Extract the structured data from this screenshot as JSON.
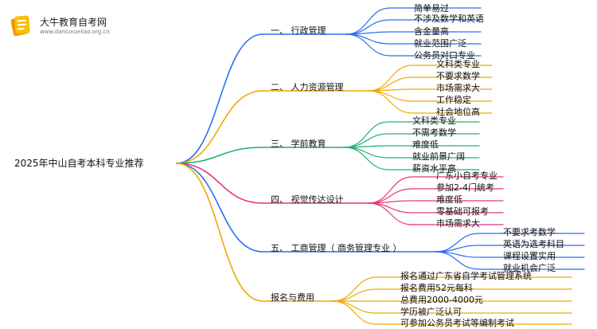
{
  "logo": {
    "title": "大牛教育自考网",
    "url": "www.daniuxueliao.org.cn"
  },
  "root": "2025年中山自考本科专业推荐",
  "colors": {
    "b1": "#2b6ef0",
    "b2": "#f0a800",
    "b3": "#20b070",
    "b4": "#e8357a",
    "b5": "#2b6ef0",
    "b6": "#f0a800"
  },
  "branches": [
    {
      "label": "一、 行政管理",
      "items": [
        "简单易过",
        "不涉及数学和英语",
        "含金量高",
        "就业范围广泛",
        "公务员对口专业"
      ]
    },
    {
      "label": "二、 人力资源管理",
      "items": [
        "文科类专业",
        "不要求数学",
        "市场需求大",
        "工作稳定",
        "社会地位高"
      ]
    },
    {
      "label": "三、 学前教育",
      "items": [
        "文科类专业",
        "不需考数学",
        "难度低",
        "就业前景广阔",
        "薪资水平高"
      ]
    },
    {
      "label": "四、 视觉传达设计",
      "items": [
        "广东小自考专业",
        "参加2-4门统考",
        "难度低",
        "零基础可报考",
        "市场需求大"
      ]
    },
    {
      "label": "五、 工商管理（ 商务管理专业 ）",
      "items": [
        "不要求考数学",
        "英语为选考科目",
        "课程设置实用",
        "就业机会广泛"
      ]
    },
    {
      "label": "报名与费用",
      "items": [
        "报名通过广东省自学考试管理系统",
        "报名费用52元每科",
        "总费用2000-4000元",
        "学历被广泛认可",
        "可参加公务员考试等编制考试"
      ]
    }
  ]
}
